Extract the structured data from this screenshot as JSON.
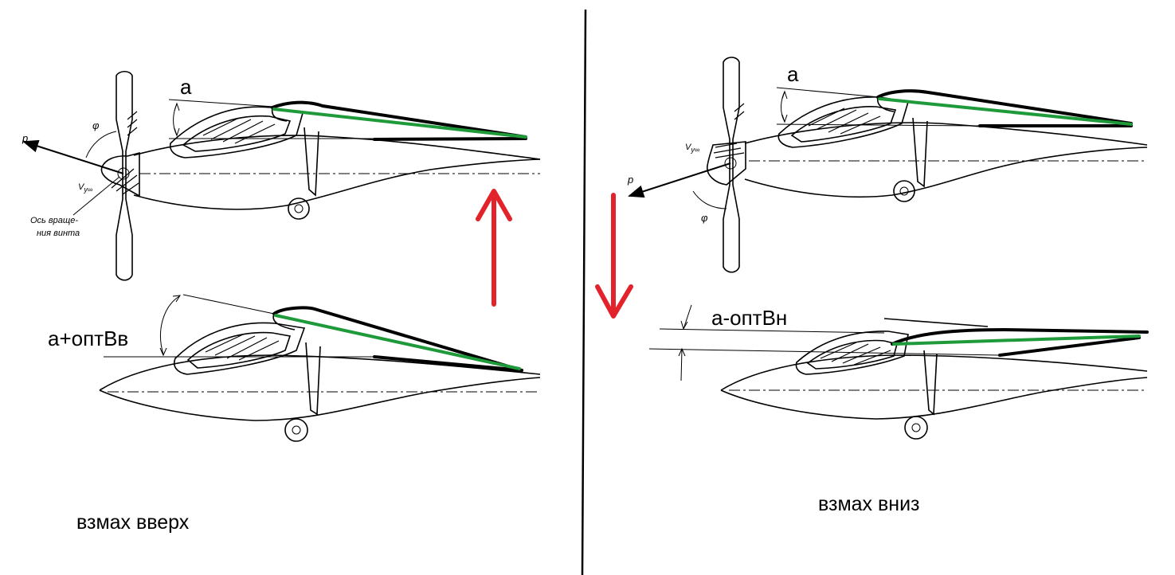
{
  "labels": {
    "a_top_left": "a",
    "a_top_right": "a",
    "p_vector_left": "p",
    "p_vector_right": "p",
    "phi_left": "φ",
    "phi_right": "φ",
    "v_left": "V",
    "v_left_sub": "y∞",
    "v_right": "V",
    "v_right_sub": "y∞",
    "axis_note_line1": "Ось враще-",
    "axis_note_line2": "ния винта",
    "angle_up": "a+оптВв",
    "angle_down": "a-оптВн",
    "caption_up": "взмах вверх",
    "caption_down": "взмах вниз"
  },
  "colors": {
    "arrow": "#e3232b",
    "leading_edge_chord": "#1f9a3a",
    "lines": "#000000"
  }
}
